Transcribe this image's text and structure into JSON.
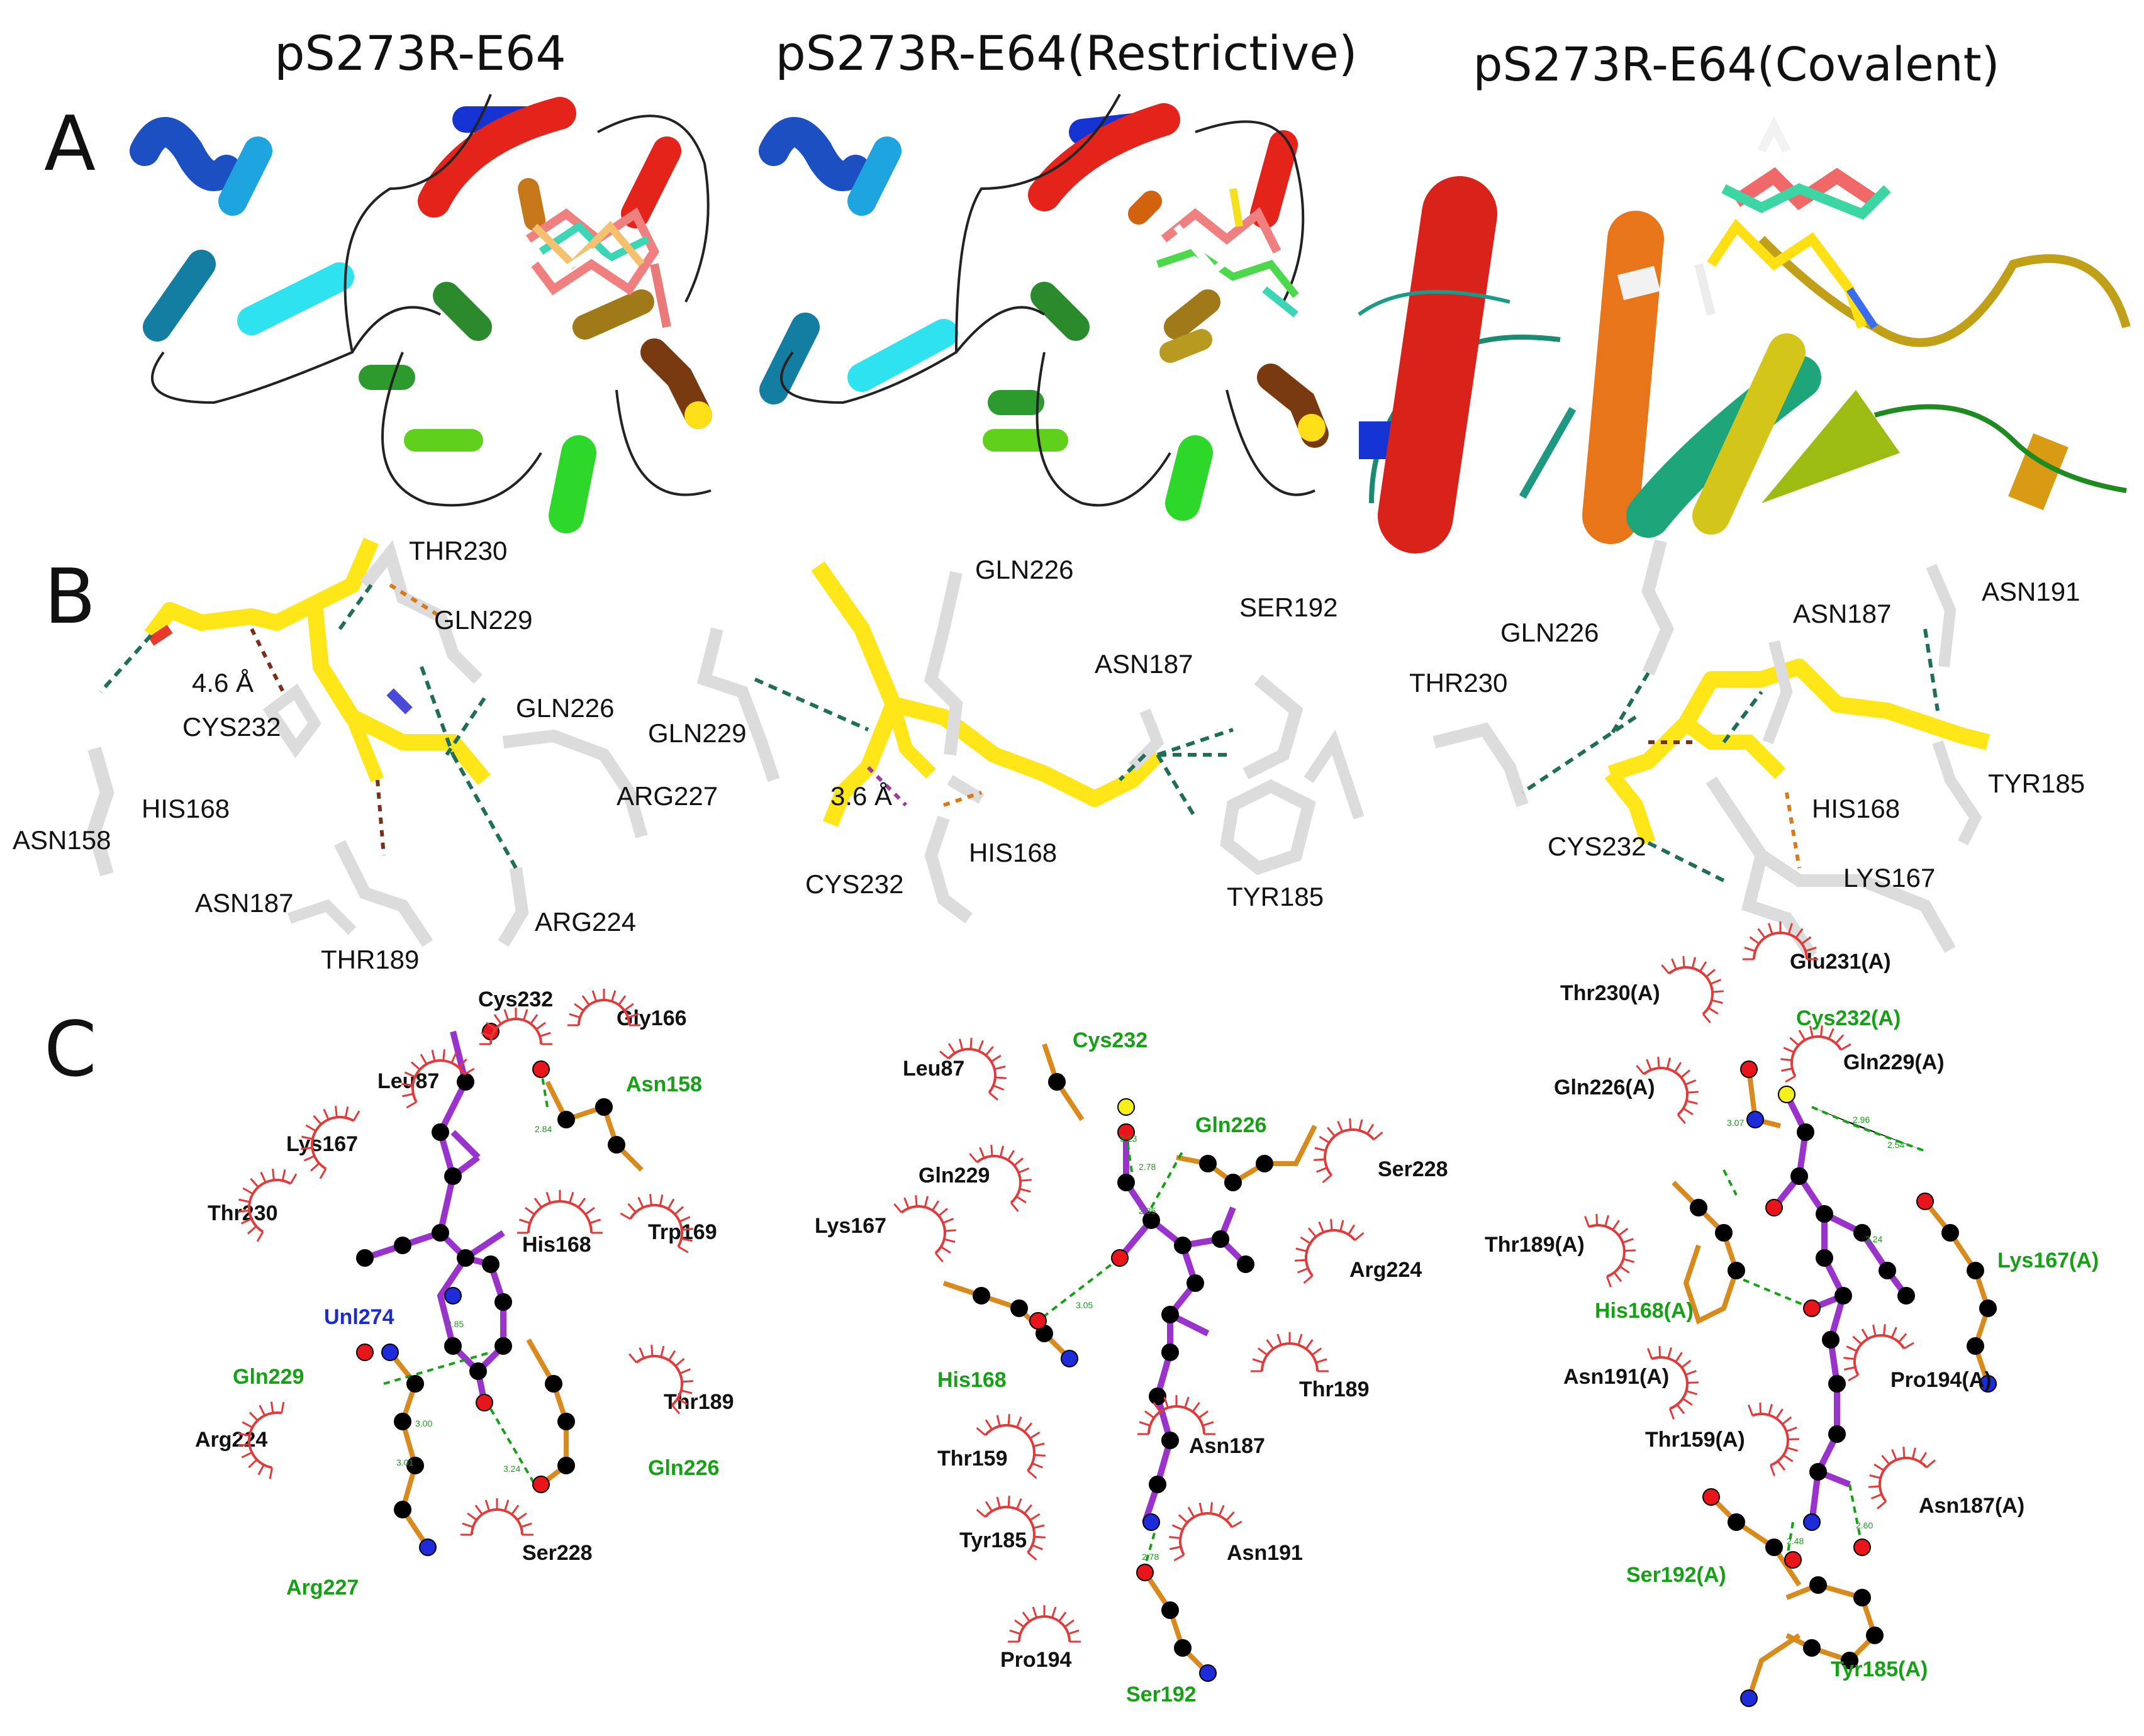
{
  "titles": [
    "pS273R-E64",
    "pS273R-E64(Restrictive)",
    "pS273R-E64(Covalent)"
  ],
  "row_labels": [
    "A",
    "B",
    "C"
  ],
  "panelB": {
    "left": {
      "residues": [
        "THR230",
        "GLN229",
        "GLN226",
        "ARG227",
        "ARG224",
        "CYS232",
        "HIS168",
        "ASN158",
        "ASN187",
        "THR189"
      ],
      "distance": "4.6 Å"
    },
    "middle": {
      "residues": [
        "GLN226",
        "SER192",
        "ASN187",
        "GLN229",
        "HIS168",
        "CYS232",
        "TYR185"
      ],
      "distance": "3.6 Å"
    },
    "right": {
      "residues": [
        "GLN226",
        "ASN187",
        "ASN191",
        "THR230",
        "TYR185",
        "HIS168",
        "CYS232",
        "LYS167"
      ]
    }
  },
  "panelC": {
    "left": {
      "hydrophobic": [
        "Cys232",
        "Gly166",
        "Leu87",
        "Lys167",
        "Thr230",
        "His168",
        "Trp169",
        "Arg224",
        "Thr189",
        "Ser228"
      ],
      "hbond": [
        "Asn158",
        "Gln229",
        "Gln226",
        "Arg227"
      ],
      "ligand": "Unl274",
      "distances": [
        "2.84",
        "2.85",
        "3.00",
        "3.01",
        "3.24"
      ]
    },
    "middle": {
      "hydrophobic": [
        "Leu87",
        "Gln229",
        "Lys167",
        "Ser228",
        "Arg224",
        "Thr189",
        "Asn187",
        "Thr159",
        "Tyr185",
        "Asn191",
        "Pro194"
      ],
      "hbond": [
        "Cys232",
        "Gln226",
        "His168",
        "Ser192"
      ],
      "distances": [
        "3.23",
        "2.78",
        "2.85",
        "3.05",
        "2.78"
      ]
    },
    "right": {
      "hydrophobic": [
        "Glu231(A)",
        "Thr230(A)",
        "Gln229(A)",
        "Gln226(A)",
        "Thr189(A)",
        "Asn191(A)",
        "Pro194(A)",
        "Thr159(A)",
        "Asn187(A)"
      ],
      "hbond": [
        "Cys232(A)",
        "His168(A)",
        "Lys167(A)",
        "Ser192(A)",
        "Tyr185(A)"
      ],
      "distances": [
        "3.07",
        "2.96",
        "2.54",
        "3.24",
        "2.48",
        "2.60"
      ]
    }
  },
  "colors": {
    "ligand_carbon": "#ffeb14",
    "hbond": "#1e6e5a",
    "hbond_label": "#16a016",
    "ligplot_bond": "#9933cc",
    "residue_bond": "#d98a1c",
    "arc": "#e23a3a",
    "ligand_name": "#1a2bd6"
  }
}
